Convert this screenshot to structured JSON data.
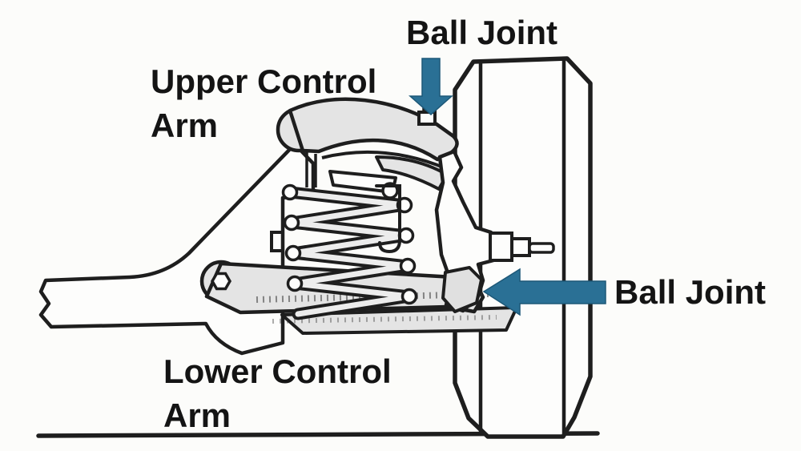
{
  "page": {
    "background": "#fcfcfa",
    "kind": "technical illustration / labeled diagram"
  },
  "colors": {
    "arrow_fill": "#2a7095",
    "arrow_edge": "#1d5878",
    "line": "#1e1e1e",
    "text": "#141414",
    "part_shade": "#e4e4e4",
    "paper": "#fdfdfc"
  },
  "labels": {
    "ball_joint_top": "Ball Joint",
    "upper_control_arm_line1": "Upper Control",
    "upper_control_arm_line2": "Arm",
    "ball_joint_side": "Ball Joint",
    "lower_control_arm_line1": "Lower Control",
    "lower_control_arm_line2": "Arm"
  },
  "diagram": {
    "subject": "Automotive front suspension (double wishbone) shown in line art: frame rail, upper control arm, coil spring, steering knuckle with spindle, lower control arm, tire on ground line",
    "parts": [
      "frame-rail",
      "upper-control-arm",
      "upper-ball-joint",
      "coil-spring",
      "spring-seat-bracket",
      "steering-knuckle",
      "spindle",
      "lower-ball-joint",
      "lower-control-arm",
      "tire",
      "ground-line"
    ],
    "annotations": [
      {
        "label": "Ball Joint",
        "arrow": "down",
        "points_to": "upper-ball-joint"
      },
      {
        "label": "Ball Joint",
        "arrow": "left",
        "points_to": "lower-ball-joint"
      },
      {
        "label": "Upper Control Arm",
        "arrow": "none",
        "points_to": "upper-control-arm"
      },
      {
        "label": "Lower Control Arm",
        "arrow": "none",
        "points_to": "lower-control-arm"
      }
    ]
  }
}
